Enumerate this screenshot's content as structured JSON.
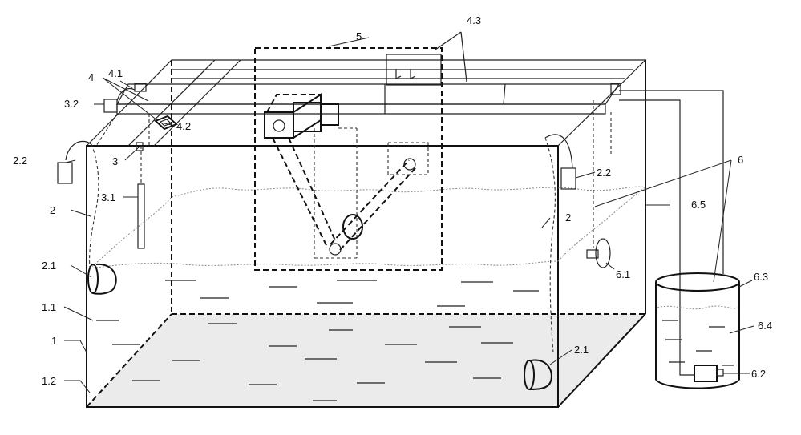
{
  "labels": {
    "l_4_3": "4.3",
    "l_5": "5",
    "l_4": "4",
    "l_4_1": "4.1",
    "l_3_2": "3.2",
    "l_4_2": "4.2",
    "l_2_2_left": "2.2",
    "l_3": "3",
    "l_3_1": "3.1",
    "l_2_left": "2",
    "l_2_1_left": "2.1",
    "l_1_1": "1.1",
    "l_1": "1",
    "l_1_2": "1.2",
    "l_2_2_right": "2.2",
    "l_6": "6",
    "l_6_5": "6.5",
    "l_2_right": "2",
    "l_6_1": "6.1",
    "l_6_3": "6.3",
    "l_6_4": "6.4",
    "l_2_1_right": "2.1",
    "l_6_2": "6.2"
  },
  "colors": {
    "line": "#111111",
    "floor_fill": "#ebebeb",
    "background": "#ffffff"
  }
}
